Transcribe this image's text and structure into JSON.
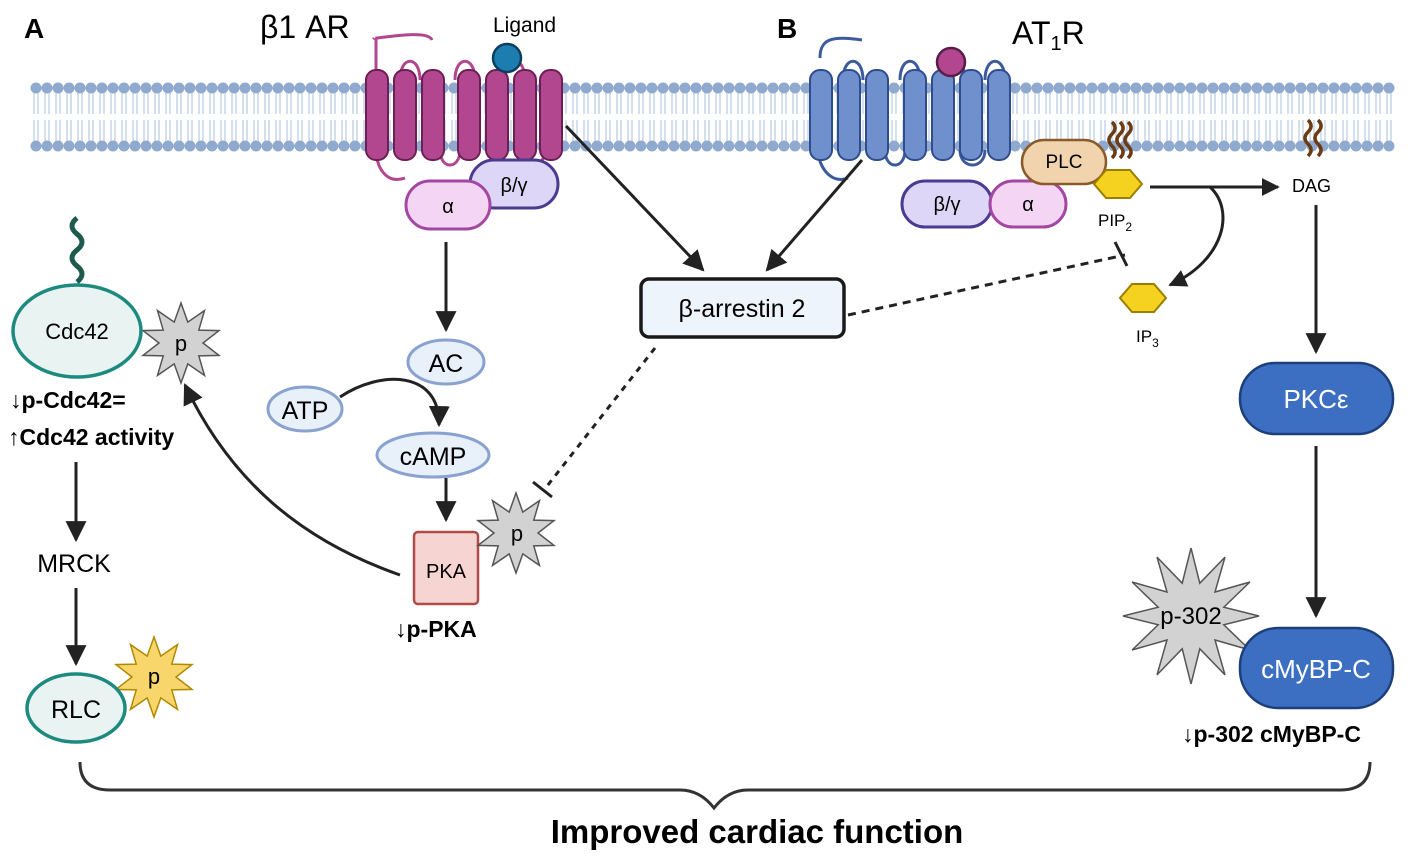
{
  "panels": {
    "a": "A",
    "b": "B"
  },
  "receptors": {
    "beta1": "β1 AR",
    "at1r_main": "AT",
    "at1r_sub": "1",
    "at1r_tail": "R",
    "ligand": "Ligand"
  },
  "g_proteins": {
    "alpha_left": "α",
    "betagamma_left": "β/γ",
    "alpha_right": "α",
    "betagamma_right": "β/γ"
  },
  "left_pathway": {
    "ac": "AC",
    "atp": "ATP",
    "camp": "cAMP",
    "pka": "PKA",
    "pka_p": "p",
    "pka_note": "↓p-PKA"
  },
  "arrestin": "β-arrestin 2",
  "far_left": {
    "cdc42": "Cdc42",
    "cdc42_p": "p",
    "note_line1": "↓p-Cdc42=",
    "note_line2": "↑Cdc42 activity",
    "mrck": "MRCK",
    "rlc": "RLC",
    "rlc_p": "p"
  },
  "right_pathway": {
    "plc": "PLC",
    "pip2_main": "PIP",
    "pip2_sub": "2",
    "ip3_main": "IP",
    "ip3_sub": "3",
    "dag": "DAG",
    "pkce": "PKCε",
    "p302": "p-302",
    "cmybpc": "cMyBP-C",
    "note": "↓p-302 cMyBP-C"
  },
  "conclusion": "Improved cardiac function",
  "colors": {
    "membrane_head": "#8fa9cf",
    "membrane_tail": "#b9cbe3",
    "beta1_receptor": "#b2478f",
    "at1r_receptor": "#6f8fcd",
    "alpha_fill": "#f4d6f4",
    "betagamma_fill": "#ddd6f6",
    "ac_fill": "#e8f0fa",
    "pka_fill": "#f6d4d2",
    "teal": "#1d8a80",
    "pkc_blue": "#3c6fc2",
    "star_gray": "#d2d2d2",
    "star_yellow": "#f9d66b",
    "hexagon": "#f5d21f",
    "plc_fill": "#f1d3ae"
  }
}
